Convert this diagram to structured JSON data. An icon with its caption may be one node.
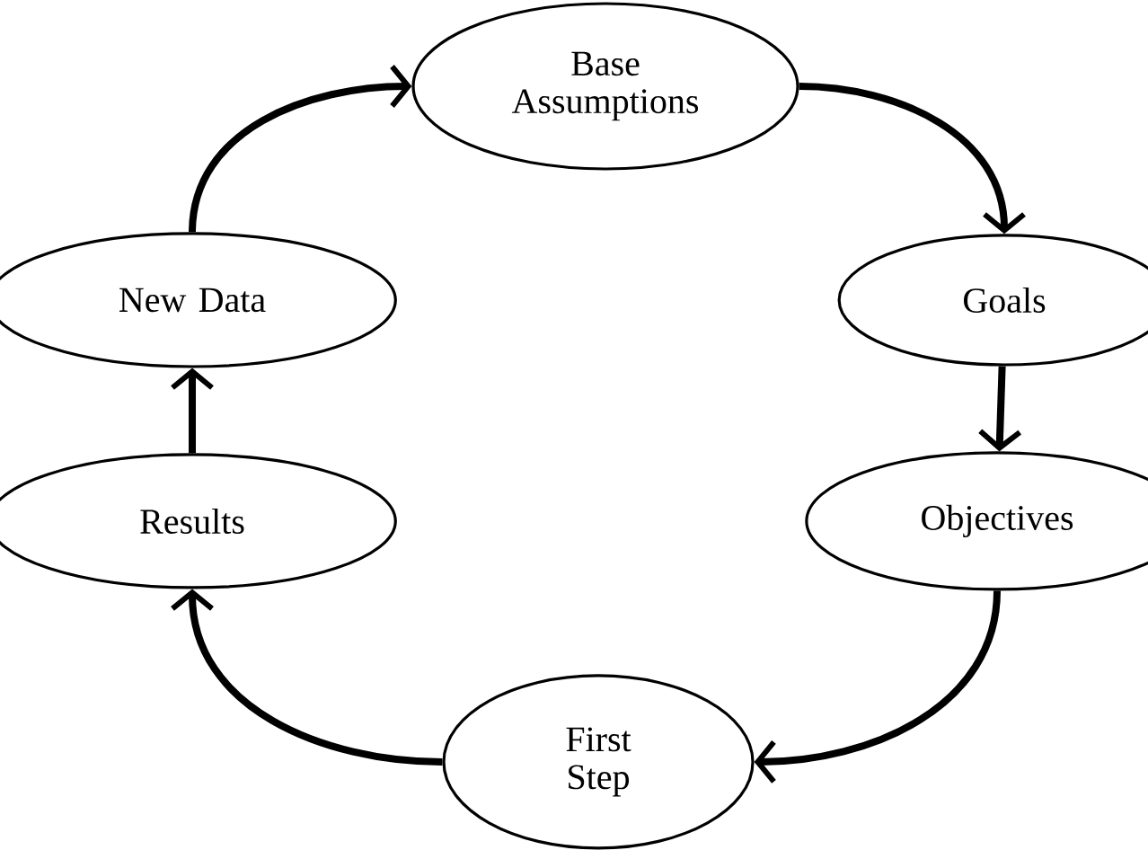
{
  "diagram": {
    "nodes": [
      {
        "text": [
          "Base Assumptions"
        ]
      },
      {
        "text": [
          "Goals"
        ]
      },
      {
        "text": [
          "Objectives"
        ]
      },
      {
        "text": [
          "First Step"
        ]
      },
      {
        "text": [
          "Results"
        ]
      },
      {
        "text": [
          "New Data"
        ]
      }
    ],
    "edges": [
      {
        "from": 0,
        "to": 1,
        "arrow": "to"
      },
      {
        "from": 1,
        "to": 2,
        "arrow": "to"
      },
      {
        "from": 2,
        "to": 3,
        "arrow": "to"
      },
      {
        "from": 3,
        "to": 4,
        "arrow": "to"
      },
      {
        "from": 4,
        "to": 5,
        "arrow": "to"
      },
      {
        "from": 5,
        "to": 0,
        "arrow": "to"
      }
    ]
  }
}
